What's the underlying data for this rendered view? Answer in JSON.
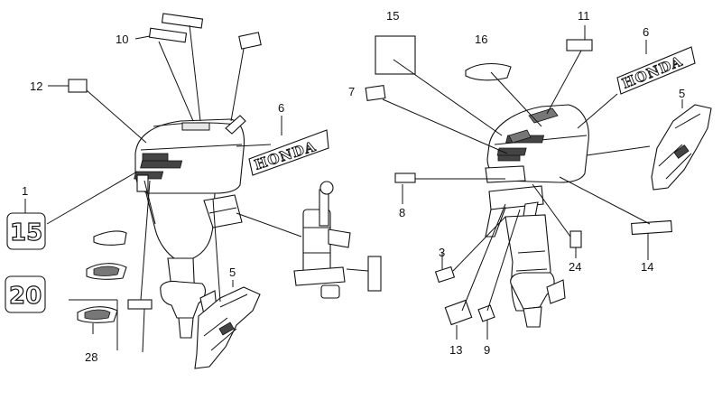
{
  "callouts": {
    "c1": "1",
    "c3": "3",
    "c5": "5",
    "c6": "6",
    "c7": "7",
    "c8": "8",
    "c9": "9",
    "c10": "10",
    "c11": "11",
    "c12": "12",
    "c13": "13",
    "c14": "14",
    "c15": "15",
    "c16": "16",
    "c24": "24",
    "c28": "28"
  },
  "decal_text": {
    "honda": "HONDA",
    "model_15": "15",
    "model_20": "20"
  }
}
